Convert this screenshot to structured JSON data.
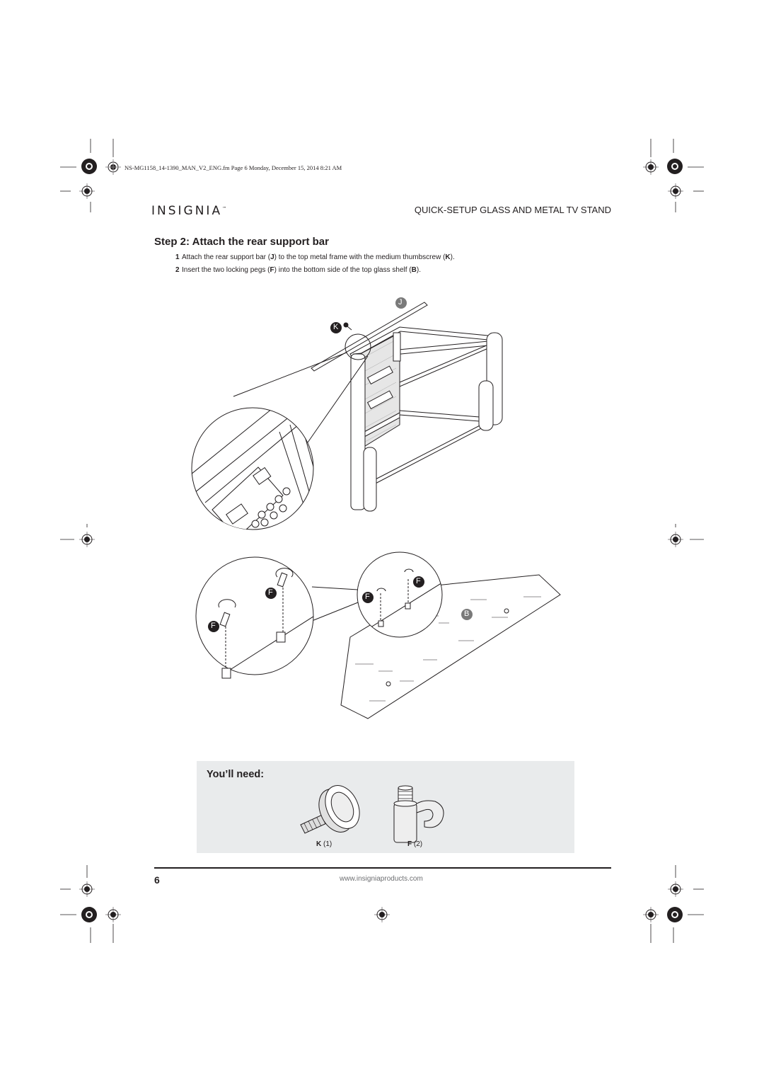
{
  "file_meta": "NS-MG1158_14-1390_MAN_V2_ENG.fm  Page 6  Monday, December 15, 2014  8:21 AM",
  "header": {
    "logo_text": "INSIGNIA",
    "logo_mark": "™",
    "doc_title": "QUICK-SETUP GLASS AND METAL TV STAND"
  },
  "step": {
    "title": "Step 2: Attach the rear support bar",
    "instructions": [
      {
        "num": "1",
        "parts": [
          "Attach the rear support bar (",
          "J",
          ") to the top metal frame with the medium thumbscrew (",
          "K",
          ")."
        ]
      },
      {
        "num": "2",
        "parts": [
          "Insert the two locking pegs (",
          "F",
          ") into the bottom side of the top glass shelf (",
          "B",
          ")."
        ]
      }
    ]
  },
  "callouts": {
    "j": "J",
    "k": "K",
    "f": "F",
    "b": "B"
  },
  "needs": {
    "title": "You’ll need:",
    "items": [
      {
        "letter": "K",
        "qty": "(1)",
        "icon": "thumbscrew-icon"
      },
      {
        "letter": "F",
        "qty": "(2)",
        "icon": "locking-peg-icon"
      }
    ]
  },
  "footer": {
    "page_number": "6",
    "url": "www.insigniaproducts.com"
  }
}
